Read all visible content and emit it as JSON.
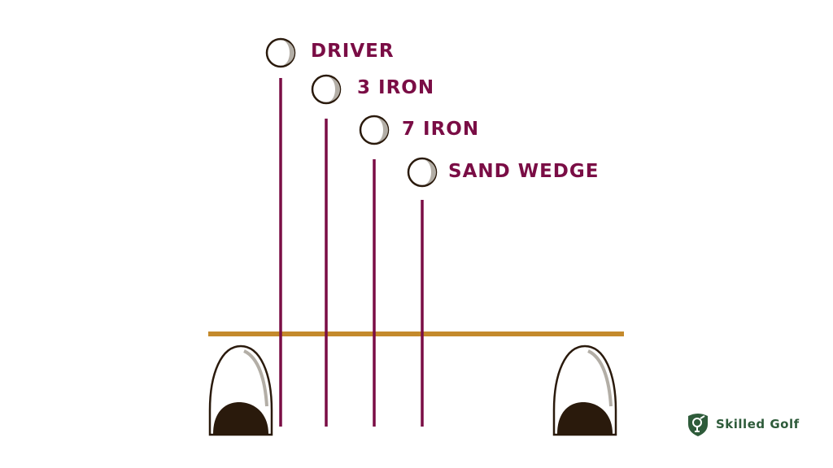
{
  "clubs": [
    {
      "label": "DRIVER"
    },
    {
      "label": "3 IRON"
    },
    {
      "label": "7 IRON"
    },
    {
      "label": "SAND WEDGE"
    }
  ],
  "brand": {
    "name": "Skilled Golf",
    "logo_icon": "golf-shield-logo-icon"
  },
  "colors": {
    "club_line": "#7a0d45",
    "label": "#7a0d45",
    "stance_line": "#c48a2c",
    "shoe_dark": "#2a1a0c",
    "ball_fill": "#ffffff",
    "ball_shade": "#b3aea6",
    "brand_green": "#2e5b3a"
  }
}
